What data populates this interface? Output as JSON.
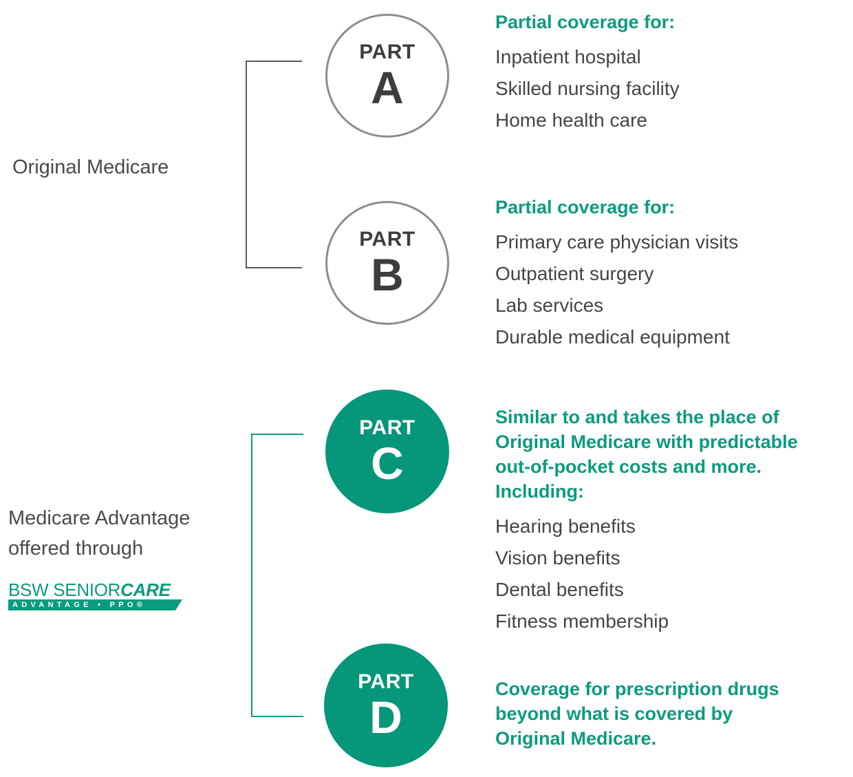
{
  "groups": {
    "original": {
      "label": "Original Medicare"
    },
    "advantage": {
      "label_line1": "Medicare Advantage",
      "label_line2": "offered through",
      "logo": {
        "brand_regular": "BSW SENIOR",
        "brand_bold": "CARE",
        "subline": "ADVANTAGE • PPO®"
      }
    }
  },
  "parts": [
    {
      "word": "PART",
      "letter": "A",
      "heading": "Partial coverage for:",
      "items": [
        "Inpatient hospital",
        "Skilled nursing facility",
        "Home health care"
      ]
    },
    {
      "word": "PART",
      "letter": "B",
      "heading": "Partial coverage for:",
      "items": [
        "Primary care physician visits",
        "Outpatient surgery",
        "Lab services",
        "Durable medical equipment"
      ]
    },
    {
      "word": "PART",
      "letter": "C",
      "heading_lines": [
        "Similar to and takes the place of",
        "Original Medicare with predictable",
        "out-of-pocket costs and more.",
        "Including:"
      ],
      "items": [
        "Hearing benefits",
        "Vision benefits",
        "Dental benefits",
        "Fitness membership"
      ]
    },
    {
      "word": "PART",
      "letter": "D",
      "heading_lines": [
        "Coverage for prescription drugs",
        "beyond what is covered by",
        "Original Medicare."
      ]
    }
  ],
  "colors": {
    "accent_green": "#06967a",
    "heading_green": "#0b9b7e",
    "outline_gray": "#8c8c8c",
    "text_gray": "#454545"
  }
}
